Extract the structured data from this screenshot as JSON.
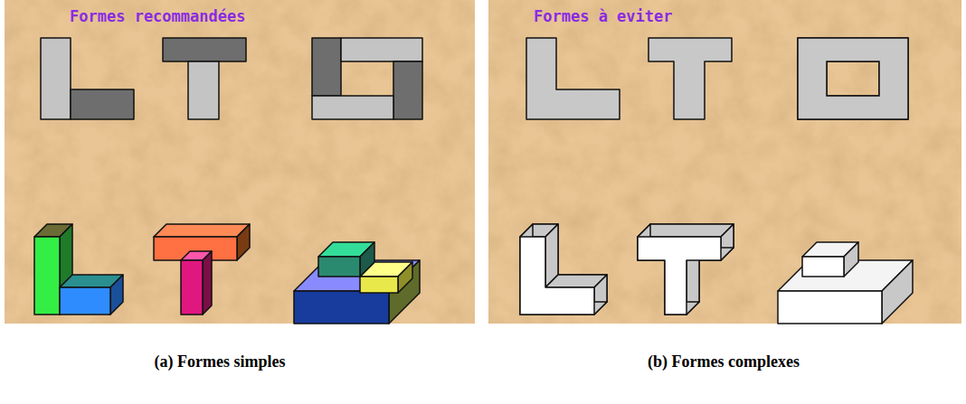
{
  "diagram": {
    "nodes": [
      {
        "text": [
          "Formes recommandées"
        ]
      },
      {
        "text": [
          "Formes à eviter"
        ]
      }
    ],
    "labels": [
      "(a) Formes simples",
      "(b) Formes complexes"
    ]
  }
}
